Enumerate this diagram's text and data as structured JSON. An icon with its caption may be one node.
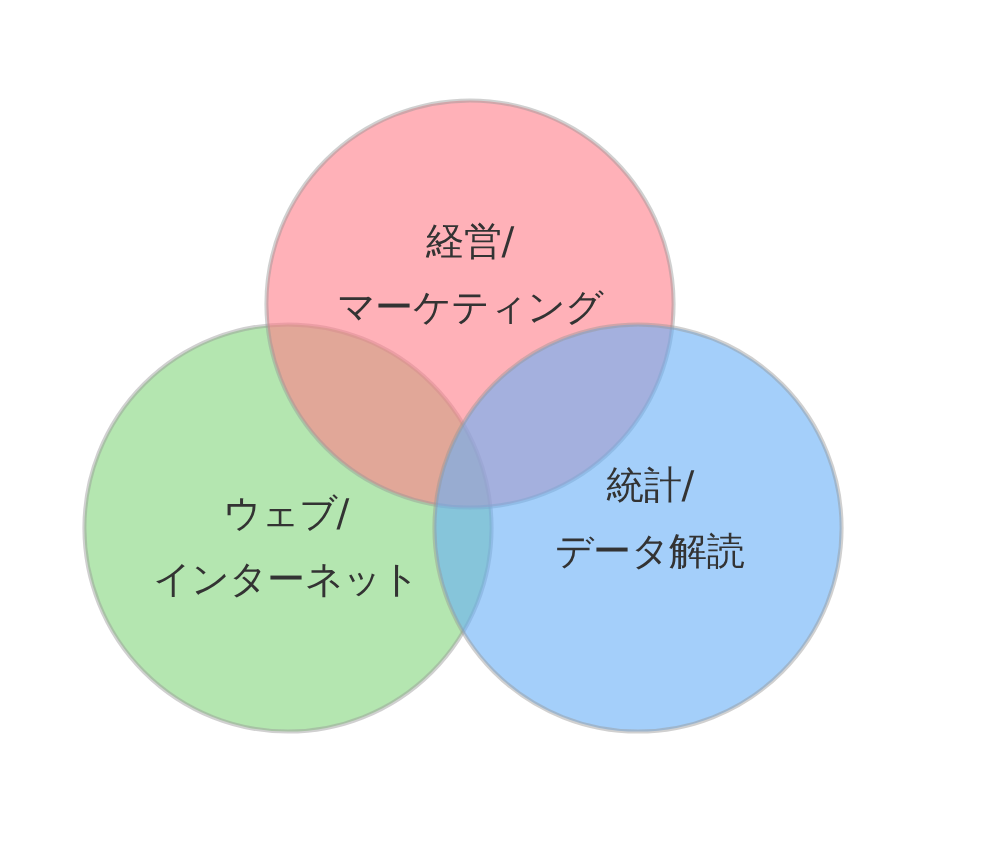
{
  "diagram": {
    "nodes": [
      {
        "text": [
          "経営/マーケティング"
        ]
      },
      {
        "text": [
          "ウェブ/インターネット"
        ]
      },
      {
        "text": [
          "統計/データ解読"
        ]
      }
    ]
  }
}
